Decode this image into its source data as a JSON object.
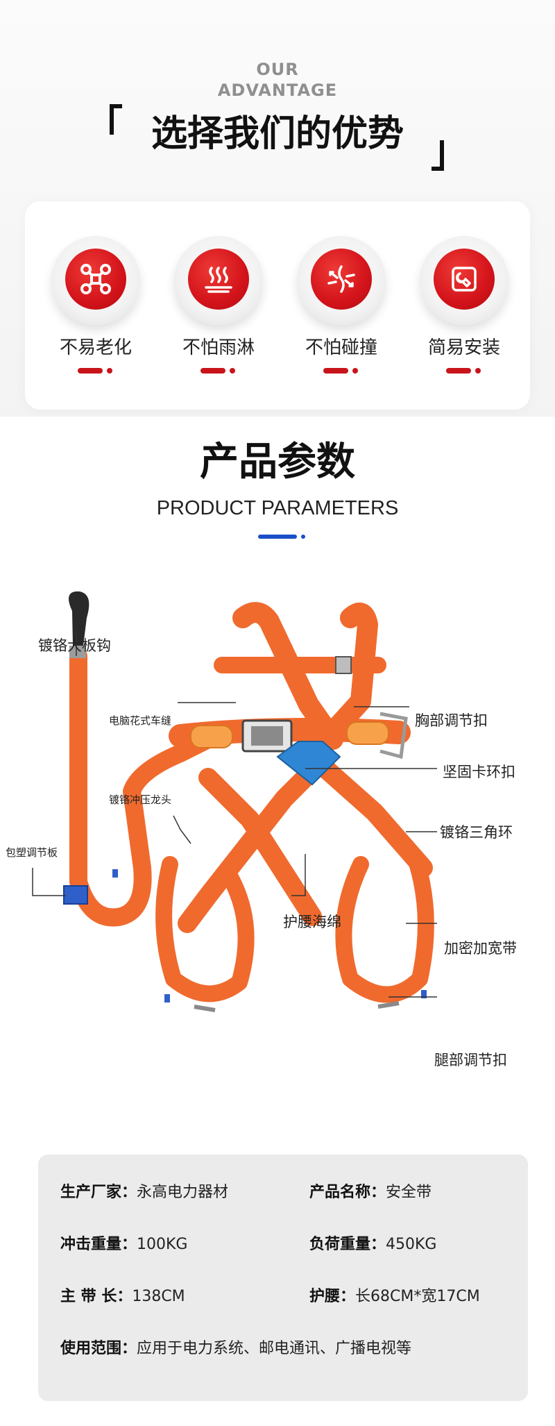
{
  "advantage": {
    "en_line1": "OUR",
    "en_line2": "ADVANTAGE",
    "title": "选择我们的优势",
    "features": [
      {
        "label": "不易老化",
        "icon": "molecule-icon"
      },
      {
        "label": "不怕雨淋",
        "icon": "heat-waves-icon"
      },
      {
        "label": "不怕碰撞",
        "icon": "impact-arrows-icon"
      },
      {
        "label": "简易安装",
        "icon": "wrench-icon"
      }
    ],
    "accent_color": "#c8141a"
  },
  "parameters": {
    "title": "产品参数",
    "en_title": "PRODUCT PARAMETERS",
    "accent_color": "#1a4fc8"
  },
  "diagram": {
    "strap_color": "#f06a2e",
    "callouts": {
      "hook": "镀铬大板钩",
      "stitch": "电脑花式车缝",
      "chest_buckle": "胸部调节扣",
      "ring_buckle": "坚固卡环扣",
      "pressed_head": "镀铬冲压龙头",
      "triangle_ring": "镀铬三角环",
      "plastic_plate": "包塑调节板",
      "waist_sponge": "护腰海绵",
      "wide_strap": "加密加宽带",
      "leg_buckle": "腿部调节扣"
    }
  },
  "specs": [
    {
      "key": "生产厂家：",
      "value": "永高电力器材"
    },
    {
      "key": "产品名称：",
      "value": "安全带"
    },
    {
      "key": "冲击重量：",
      "value": "100KG"
    },
    {
      "key": "负荷重量：",
      "value": "450KG"
    },
    {
      "key": "主 带 长：",
      "value": "138CM"
    },
    {
      "key": "护腰：",
      "value": "长68CM*宽17CM"
    },
    {
      "key": "使用范围：",
      "value": "应用于电力系统、邮电通讯、广播电视等"
    }
  ]
}
